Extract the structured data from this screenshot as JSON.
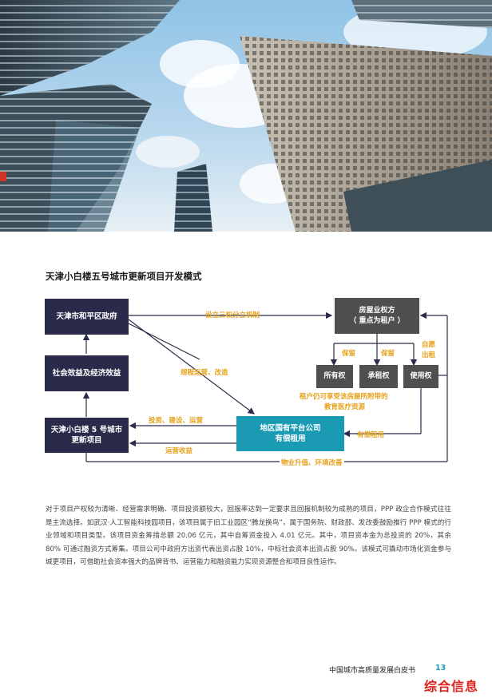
{
  "diagram": {
    "title": "天津小白楼五号城市更新项目开发模式",
    "nodes": {
      "gov": "天津市和平区政府",
      "benefit": "社会效益及经济效益",
      "project_line1": "天津小白楼 5 号城市",
      "project_line2": "更新项目",
      "owner_line1": "房屋业权方",
      "owner_line2": "（ 重点为租户 ）",
      "own": "所有权",
      "lease": "承租权",
      "use": "使用权",
      "platform_line1": "地区国有平台公司",
      "platform_line2": "有偿租用"
    },
    "labels": {
      "three_rights": "设立三权分立机制",
      "keep1": "保留",
      "keep2": "保留",
      "self_use_1": "自愿",
      "self_use_2": "出租",
      "plan_ops": "规程运营、改造",
      "invest": "投资、建设、运营",
      "ops_income": "运营收益",
      "tenant_note_1": "租户仍可享受该房屋所附带的",
      "tenant_note_2": "教育医疗资源",
      "paid_rent": "有偿租用",
      "upgrade": "物业升值、环境改善"
    }
  },
  "body_text": "对于项目产权较为清晰、经营需求明确、项目投资额较大，回报率达到一定要求且回报机制较为成熟的项目，PPP 政企合作模式往往是主流选择。如武汉·人工智能科技园项目，该项目属于旧工业园区“腾龙换鸟”，属于国务院、财政部、发改委鼓励推行 PPP 模式的行业领域和项目类型。该项目资金筹措总额 20.06 亿元，其中自筹资金投入 4.01 亿元。其中，项目资本金为总投资的 20%，其余 80% 可通过融资方式筹集。项目公司中政府方出资代表出资占股 10%，中标社会资本出资占股 90%。该模式可撬动市场化资金参与城更项目，可借助社会资本强大的品牌背书、运营能力和融资能力实现资源整合和项目良性运作。",
  "footer": {
    "title": "中国城市高质量发展白皮书",
    "page": "13"
  },
  "watermark": "综合信息",
  "colors": {
    "navy": "#2a2a4a",
    "grey": "#4f4f4f",
    "teal": "#1a9bb3",
    "orange": "#e6a11a",
    "red": "#e0201a"
  }
}
